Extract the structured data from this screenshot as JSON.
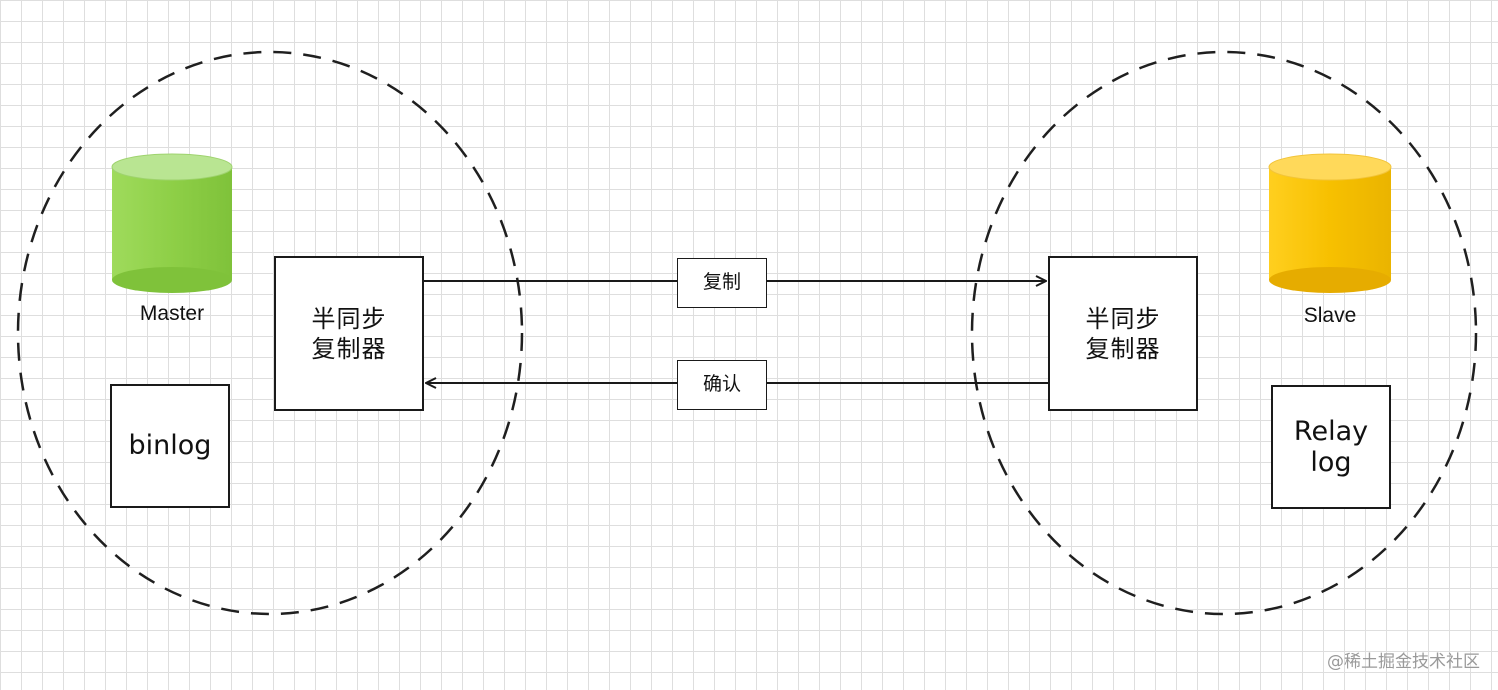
{
  "master": {
    "label": "Master",
    "log_label": "binlog",
    "color": "#8ecf47"
  },
  "slave": {
    "label": "Slave",
    "log_label": "Relay\nlog",
    "color": "#f7c000"
  },
  "replicator_left": {
    "label": "半同步\n复制器"
  },
  "replicator_right": {
    "label": "半同步\n复制器"
  },
  "arrows": {
    "copy_label": "复制",
    "ack_label": "确认"
  },
  "watermark": "@稀土掘金技术社区"
}
